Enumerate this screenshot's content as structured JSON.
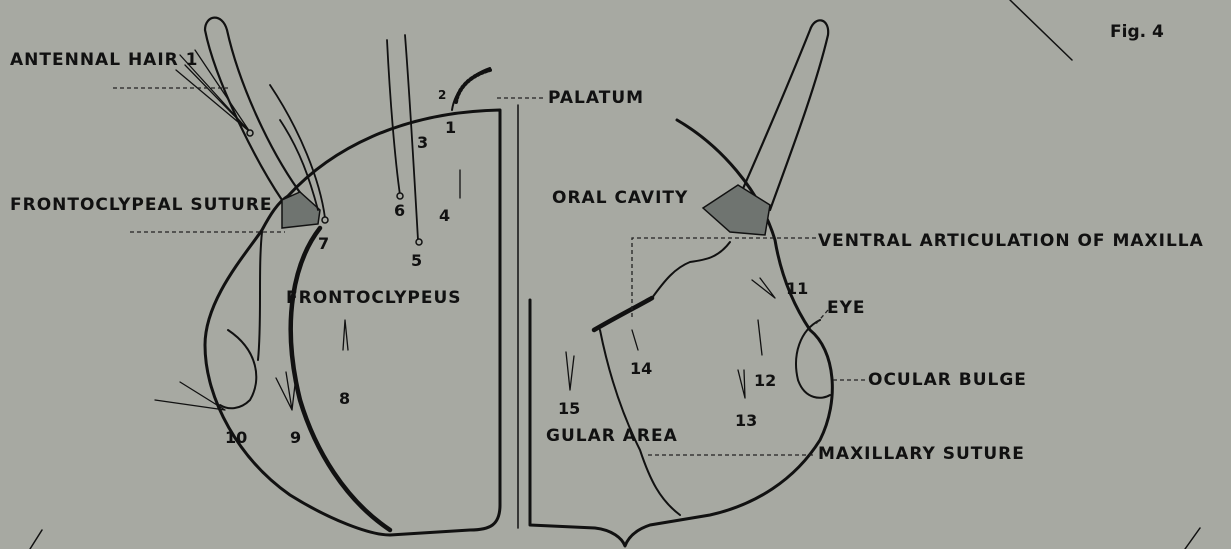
{
  "figure_label": "Fig. 4",
  "labels": {
    "antennal_hair_1": "ANTENNAL\nHAIR 1",
    "palatum": "PALATUM",
    "frontoclypeal_suture": "FRONTOCLYPEAL\nSUTURE",
    "frontoclypeus": "FRONTOCLYPEUS",
    "oral_cavity": "ORAL\nCAVITY",
    "ventral_articulation_of_maxilla": "VENTRAL\nARTICULATION OF MAXILLA",
    "eye": "EYE",
    "ocular_bulge": "OCULAR\nBULGE",
    "gular_area": "GULAR\nAREA",
    "maxillary_suture": "MAXILLARY\nSUTURE"
  },
  "seta_numbers": [
    "1",
    "2",
    "3",
    "4",
    "5",
    "6",
    "7",
    "8",
    "9",
    "10",
    "11",
    "12",
    "13",
    "14",
    "15"
  ],
  "colors": {
    "background": "#a7a9a2",
    "ink": "#111111",
    "sclerite": "#6f7470"
  }
}
